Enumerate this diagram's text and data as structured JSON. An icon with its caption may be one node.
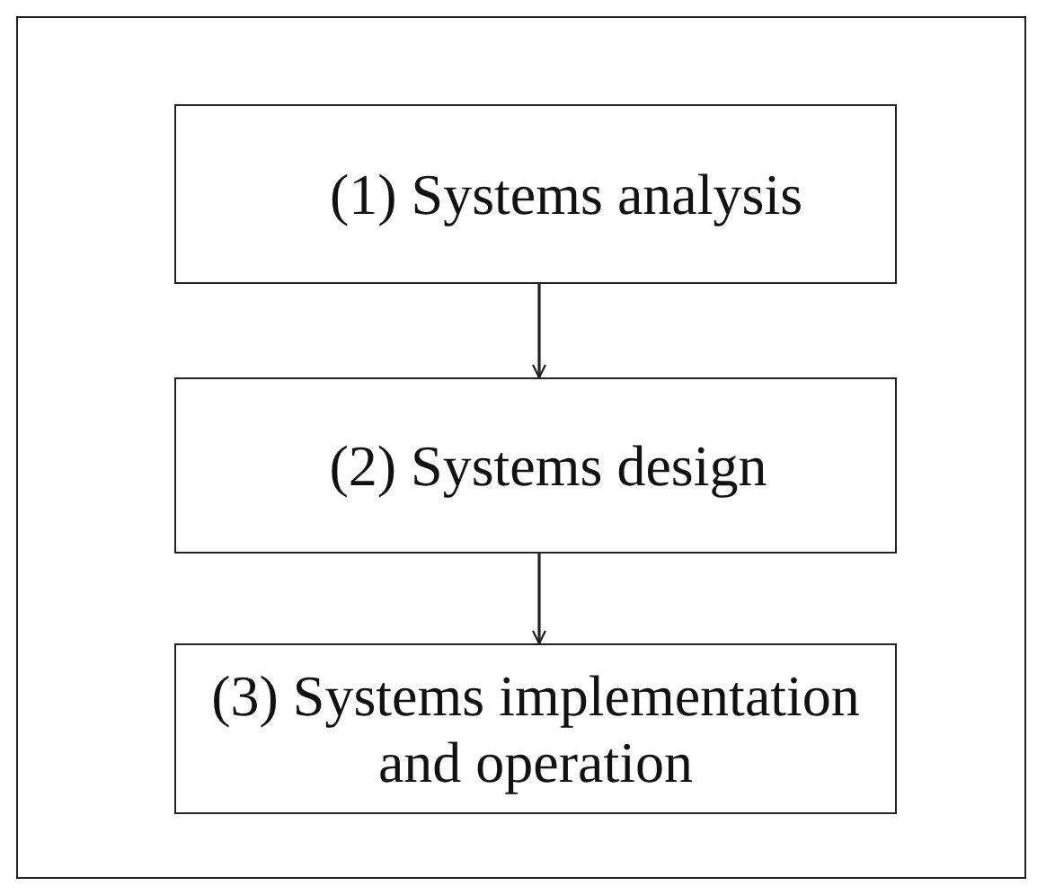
{
  "diagram": {
    "nodes": [
      {
        "text": [
          "(1) Systems analysis"
        ]
      },
      {
        "text": [
          "(2) Systems design"
        ]
      },
      {
        "text": [
          "(3) Systems implementation and operation"
        ]
      }
    ],
    "edges": [
      {
        "from": 0,
        "to": 1,
        "arrow": "to"
      },
      {
        "from": 1,
        "to": 2,
        "arrow": "to"
      }
    ]
  }
}
